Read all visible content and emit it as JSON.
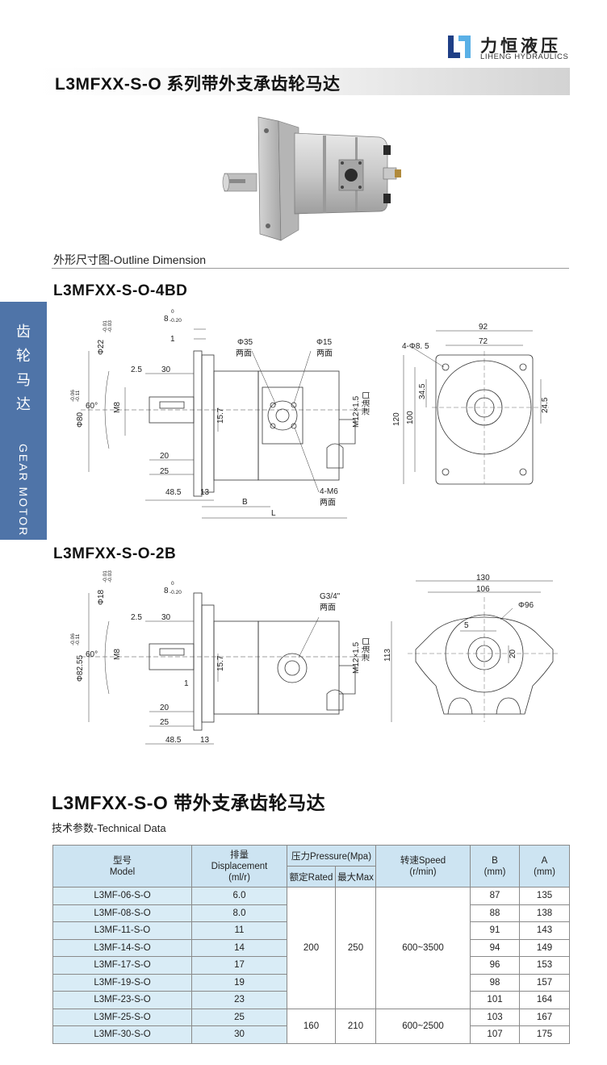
{
  "brand": {
    "name_cn": "力恒液压",
    "name_en": "LIHENG HYDRAULICS",
    "colors": {
      "primary": "#4f74a8",
      "mark_dark": "#1f3f86",
      "mark_light": "#5ab0e6"
    }
  },
  "page_title": "L3MFXX-S-O 系列带外支承齿轮马达",
  "side_tab": {
    "cn": [
      "齿",
      "轮",
      "马",
      "达"
    ],
    "en": "GEAR MOTOR"
  },
  "outline": {
    "label": "外形尺寸图-Outline Dimension"
  },
  "drawing_4bd": {
    "heading": "L3MFXX-S-O-4BD",
    "dims": {
      "shaft_dia": "Φ22",
      "shaft_tol_up": "-0.01",
      "shaft_tol_dn": "-0.03",
      "width_8": "8",
      "width8_tol_up": "0",
      "width8_tol_dn": "-0.20",
      "one": "1",
      "d25": "2.5",
      "d30": "30",
      "angle": "60°",
      "m8": "M8",
      "pilot": "Φ80",
      "pilot_tol_up": "-0.06",
      "pilot_tol_dn": "-0.11",
      "d20": "20",
      "d25b": "25",
      "d485": "48.5",
      "d13": "13",
      "b": "B",
      "l": "L",
      "d157": "15.7",
      "phi35": "Φ35",
      "phi15": "Φ15",
      "two_sides": "两面",
      "two_sides_b": "两面",
      "m12": "M12×1.5",
      "drain": "泄油口",
      "m6": "4-M6",
      "two_sides_c": "两面",
      "w92": "92",
      "w72": "72",
      "holes": "4-Φ8. 5",
      "h345": "34.5",
      "h245": "24.5",
      "h120": "120",
      "h100": "100"
    }
  },
  "drawing_2b": {
    "heading": "L3MFXX-S-O-2B",
    "dims": {
      "shaft_dia": "Φ18",
      "shaft_tol_up": "-0.01",
      "shaft_tol_dn": "-0.03",
      "width_8": "8",
      "width8_tol_up": "0",
      "width8_tol_dn": "-0.20",
      "d25": "2.5",
      "d30": "30",
      "angle": "60°",
      "m8": "M8",
      "pilot": "Φ82.55",
      "pilot_tol_up": "-0.06",
      "pilot_tol_dn": "-0.11",
      "one": "1",
      "d20": "20",
      "d25b": "25",
      "d485": "48.5",
      "d13": "13",
      "d157": "15.7",
      "g34": "G3/4\"",
      "two_sides": "两面",
      "m12": "M12×1.5",
      "drain": "泄油口",
      "w130": "130",
      "w106": "106",
      "phi96": "Φ96",
      "h5": "5",
      "h20": "20",
      "h113": "113"
    }
  },
  "spec": {
    "title": "L3MFXX-S-O 带外支承齿轮马达",
    "subtitle": "技术参数-Technical Data",
    "headers": {
      "model_cn": "型号",
      "model_en": "Model",
      "disp_cn": "排量",
      "disp_en": "Displacement",
      "disp_unit": "(ml/r)",
      "pressure": "压力Pressure(Mpa)",
      "rated": "额定Rated",
      "max": "最大Max",
      "speed": "转速Speed",
      "speed_unit": "(r/min)",
      "b": "B",
      "b_unit": "(mm)",
      "a": "A",
      "a_unit": "(mm)"
    },
    "rows": [
      {
        "model": "L3MF-06-S-O",
        "disp": "6.0",
        "b": "87",
        "a": "135"
      },
      {
        "model": "L3MF-08-S-O",
        "disp": "8.0",
        "b": "88",
        "a": "138"
      },
      {
        "model": "L3MF-11-S-O",
        "disp": "11",
        "b": "91",
        "a": "143"
      },
      {
        "model": "L3MF-14-S-O",
        "disp": "14",
        "b": "94",
        "a": "149"
      },
      {
        "model": "L3MF-17-S-O",
        "disp": "17",
        "b": "96",
        "a": "153"
      },
      {
        "model": "L3MF-19-S-O",
        "disp": "19",
        "b": "98",
        "a": "157"
      },
      {
        "model": "L3MF-23-S-O",
        "disp": "23",
        "b": "101",
        "a": "164"
      },
      {
        "model": "L3MF-25-S-O",
        "disp": "25",
        "b": "103",
        "a": "167"
      },
      {
        "model": "L3MF-30-S-O",
        "disp": "30",
        "b": "107",
        "a": "175"
      }
    ],
    "groups": [
      {
        "rated": "200",
        "max": "250",
        "speed": "600~3500"
      },
      {
        "rated": "160",
        "max": "210",
        "speed": "600~2500"
      }
    ]
  }
}
